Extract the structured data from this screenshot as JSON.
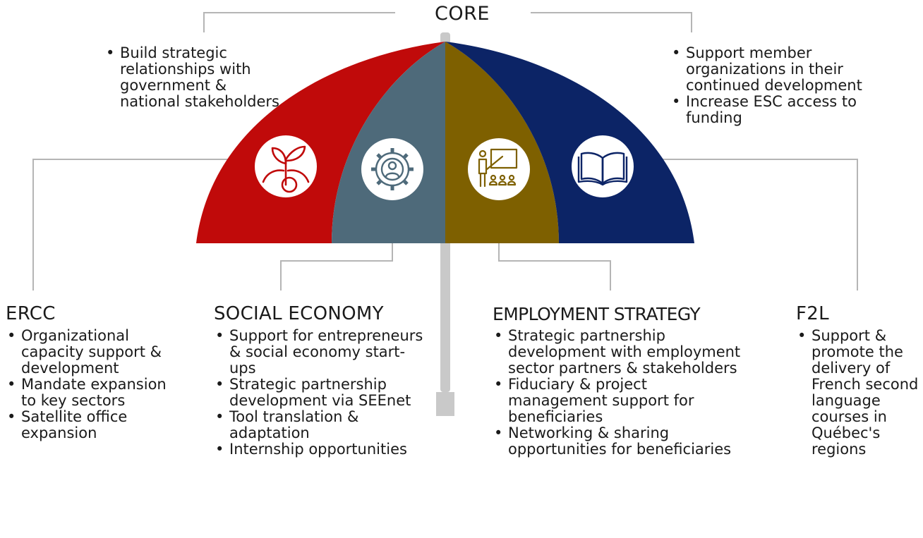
{
  "core": {
    "title": "CORE",
    "left_bullets": [
      "Build strategic relationships with government &\n national stakeholders"
    ],
    "right_bullets": [
      "Support member organizations in their continued development",
      "Increase ESC access to funding"
    ]
  },
  "sections": [
    {
      "title": "ERCC",
      "icon": "seedling-icon",
      "bullets": [
        "Organizational capacity support & development",
        "Mandate expansion to key sectors",
        "Satellite office expansion"
      ]
    },
    {
      "title": "SOCIAL ECONOMY",
      "icon": "gear-person-icon",
      "bullets": [
        "Support for entrepreneurs & social economy start-ups",
        "Strategic partnership development via SEEnet",
        "Tool translation & adaptation",
        "Internship opportunities"
      ]
    },
    {
      "title": "EMPLOYMENT STRATEGY",
      "icon": "presentation-board-icon",
      "bullets": [
        "Strategic partnership development with employment sector partners & stakeholders",
        "Fiduciary & project management support for beneficiaries",
        "Networking & sharing opportunities for beneficiaries"
      ]
    },
    {
      "title": "F2L",
      "icon": "open-book-icon",
      "bullets": [
        "Support & promote the delivery of French second language courses in Québec's regions"
      ]
    }
  ],
  "colors": {
    "ercc_panel": "#c00a0a",
    "social_panel": "#4e6a7a",
    "employment_panel": "#7e6000",
    "f2l_panel": "#0c2466",
    "pole": "#c9c9c9",
    "connector": "#b5b5b5"
  }
}
